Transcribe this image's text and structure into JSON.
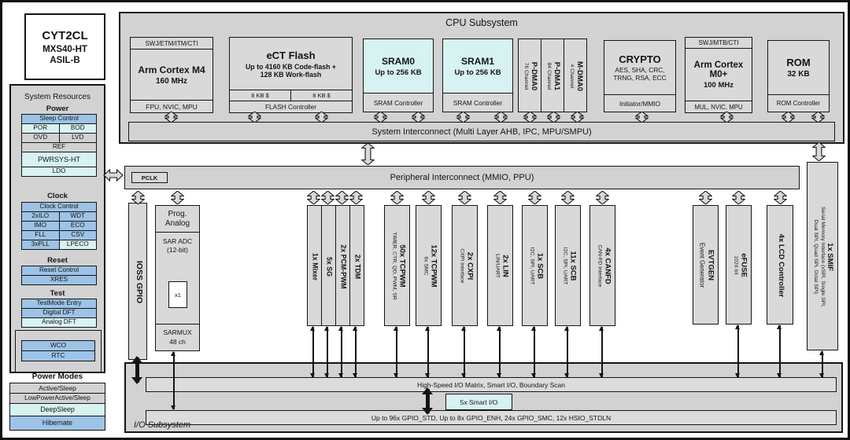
{
  "chip": {
    "l1": "CYT2CL",
    "l2": "MXS40-HT",
    "l3": "ASIL-B"
  },
  "sr": {
    "title": "System Resources",
    "power": {
      "header": "Power",
      "cells": [
        "Sleep Control",
        "POR",
        "BOD",
        "OVD",
        "LVD",
        "REF",
        "PWRSYS-HT",
        "LDO"
      ]
    },
    "clock": {
      "header": "Clock",
      "cells": [
        "Clock Control",
        "2xILO",
        "WDT",
        "IMO",
        "ECO",
        "FLL",
        "CSV",
        "3xPLL",
        "LPECO"
      ]
    },
    "reset": {
      "header": "Reset",
      "cells": [
        "Reset Control",
        "XRES"
      ]
    },
    "test": {
      "header": "Test",
      "cells": [
        "TestMode Entry",
        "Digital DFT",
        "Analog DFT"
      ]
    },
    "osc": {
      "cells": [
        "WCO",
        "RTC"
      ]
    }
  },
  "pm": {
    "header": "Power Modes",
    "cells": [
      "Active/Sleep",
      "LowPowerActive/Sleep",
      "DeepSleep",
      "Hibernate"
    ]
  },
  "cpu": {
    "title": "CPU Subsystem",
    "m4": {
      "top": "SWJ/ETM/ITM/CTI",
      "name": "Arm Cortex M4",
      "freq": "160 MHz",
      "bottom": "FPU, NVIC, MPU"
    },
    "flash": {
      "name": "eCT Flash",
      "l1": "Up to 4160 KB Code-flash +",
      "l2": "128 KB Work-flash",
      "cache1": "8 KB $",
      "cache2": "8 KB $",
      "ctrl": "FLASH Controller"
    },
    "sram0": {
      "name": "SRAM0",
      "size": "Up to 256 KB",
      "ctrl": "SRAM Controller"
    },
    "sram1": {
      "name": "SRAM1",
      "size": "Up to 256 KB",
      "ctrl": "SRAM Controller"
    },
    "dma": [
      {
        "main": "P-DMA0",
        "sub": "76 Channel"
      },
      {
        "main": "P-DMA1",
        "sub": "84 Channel"
      },
      {
        "main": "M-DMA0",
        "sub": "4 Channel"
      }
    ],
    "crypto": {
      "name": "CRYPTO",
      "l1": "AES, SHA, CRC,",
      "l2": "TRNG, RSA, ECC",
      "bottom": "Initiator/MMIO"
    },
    "m0p": {
      "top": "SWJ/MTB/CTI",
      "name": "Arm Cortex",
      "name2": "M0+",
      "freq": "100 MHz",
      "bottom": "MUL, NVIC, MPU"
    },
    "rom": {
      "name": "ROM",
      "size": "32 KB",
      "ctrl": "ROM Controller"
    },
    "bus": "System Interconnect (Multi Layer AHB, IPC, MPU/SMPU)"
  },
  "peri": {
    "bus": "Peripheral Interconnect (MMIO, PPU)",
    "pclk": "PCLK",
    "ioss": "IOSS GPIO",
    "analog": {
      "h1": "Prog.",
      "h2": "Analog",
      "adc1": "SAR ADC",
      "adc2": "(12-bit)",
      "gain": "x1",
      "mux1": "SARMUX",
      "mux2": "48 ch"
    },
    "blocks": [
      {
        "main": "1x Mixer"
      },
      {
        "main": "5x SG"
      },
      {
        "main": "2x PCM-PWM"
      },
      {
        "main": "2x TDM"
      },
      {
        "main": "50x TCPWM",
        "sub": "TIMER, CTR, QD, PWM, SR"
      },
      {
        "main": "12x TCPWM",
        "sub": "6x SMC"
      },
      {
        "main": "2x CXPI",
        "sub": "CXPI Interface"
      },
      {
        "main": "2x LIN",
        "sub": "LIN/UART"
      },
      {
        "main": "1x SCB",
        "sub": "I2C, SPI, UART"
      },
      {
        "main": "11x SCB",
        "sub": "I2C, SPI, UART"
      },
      {
        "main": "4x CANFD",
        "sub": "CAN-FD Interface"
      },
      {
        "main": "EVTGEN",
        "sub": "Event Generator"
      },
      {
        "main": "eFUSE",
        "sub": "1024 bit"
      },
      {
        "main": "4x LCD Controller"
      },
      {
        "main": "1x SMIF",
        "sub": "Serial Memory Interface (xSPI, Single SPI,",
        "sub2": "Dual SPI, Quad SPI, Octal SPI)"
      }
    ]
  },
  "io": {
    "label": "I/O Subsystem",
    "bar1": "High-Speed I/O Matrix, Smart I/O, Boundary Scan",
    "smart": "5x Smart I/O",
    "bar2": "Up to 96x GPIO_STD, Up to 8x GPIO_ENH, 24x GPIO_SMC, 12x HSIO_STDLN"
  },
  "colors": {
    "blue": "#9dc3e6",
    "cyan": "#d7f3f1",
    "gray": "#d9d9d9",
    "panel": "#d2d2d2",
    "line": "#141414"
  }
}
